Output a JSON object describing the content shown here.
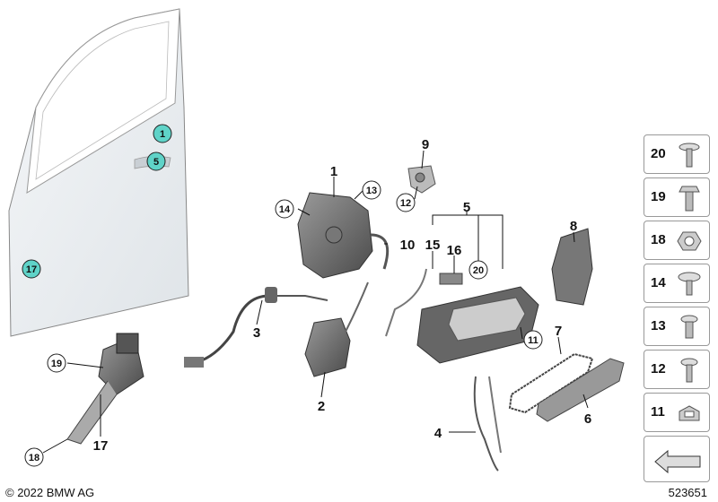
{
  "callouts": [
    {
      "n": "1",
      "style": "filled"
    },
    {
      "n": "5",
      "style": "filled"
    },
    {
      "n": "17",
      "style": "filled"
    },
    {
      "n": "1",
      "style": "plain"
    },
    {
      "n": "2",
      "style": "plain"
    },
    {
      "n": "3",
      "style": "plain"
    },
    {
      "n": "4",
      "style": "plain"
    },
    {
      "n": "5",
      "style": "plain"
    },
    {
      "n": "6",
      "style": "plain"
    },
    {
      "n": "7",
      "style": "plain"
    },
    {
      "n": "8",
      "style": "plain"
    },
    {
      "n": "9",
      "style": "plain"
    },
    {
      "n": "10",
      "style": "plain"
    },
    {
      "n": "11",
      "style": "circled"
    },
    {
      "n": "12",
      "style": "circled"
    },
    {
      "n": "13",
      "style": "circled"
    },
    {
      "n": "14",
      "style": "circled"
    },
    {
      "n": "15",
      "style": "plain"
    },
    {
      "n": "16",
      "style": "plain"
    },
    {
      "n": "17",
      "style": "plain"
    },
    {
      "n": "18",
      "style": "circled"
    },
    {
      "n": "19",
      "style": "circled"
    },
    {
      "n": "20",
      "style": "circled"
    }
  ],
  "fastener_panel": [
    "20",
    "19",
    "18",
    "14",
    "13",
    "12",
    "11"
  ],
  "colors": {
    "highlight": "#5fd3c8",
    "part_dark": "#555555",
    "part_mid": "#8a8a8a",
    "door": "#e8ecef"
  },
  "footer": {
    "copyright": "© 2022 BMW AG",
    "diagram_id": "523651"
  }
}
